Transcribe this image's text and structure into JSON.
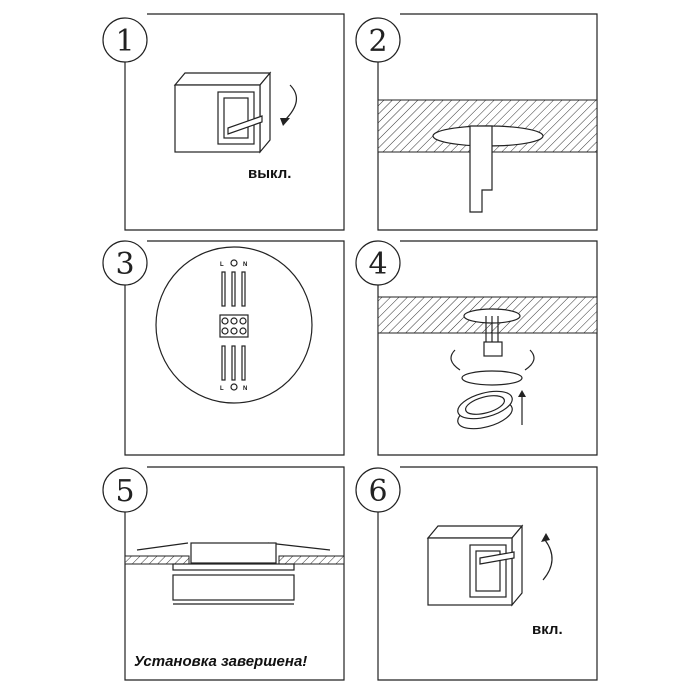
{
  "steps": [
    {
      "number": "1",
      "caption": "выкл."
    },
    {
      "number": "2"
    },
    {
      "number": "3",
      "wire_labels": {
        "live": "L",
        "neutral": "N"
      }
    },
    {
      "number": "4"
    },
    {
      "number": "5",
      "caption": "Установка завершена!"
    },
    {
      "number": "6",
      "caption": "вкл."
    }
  ]
}
